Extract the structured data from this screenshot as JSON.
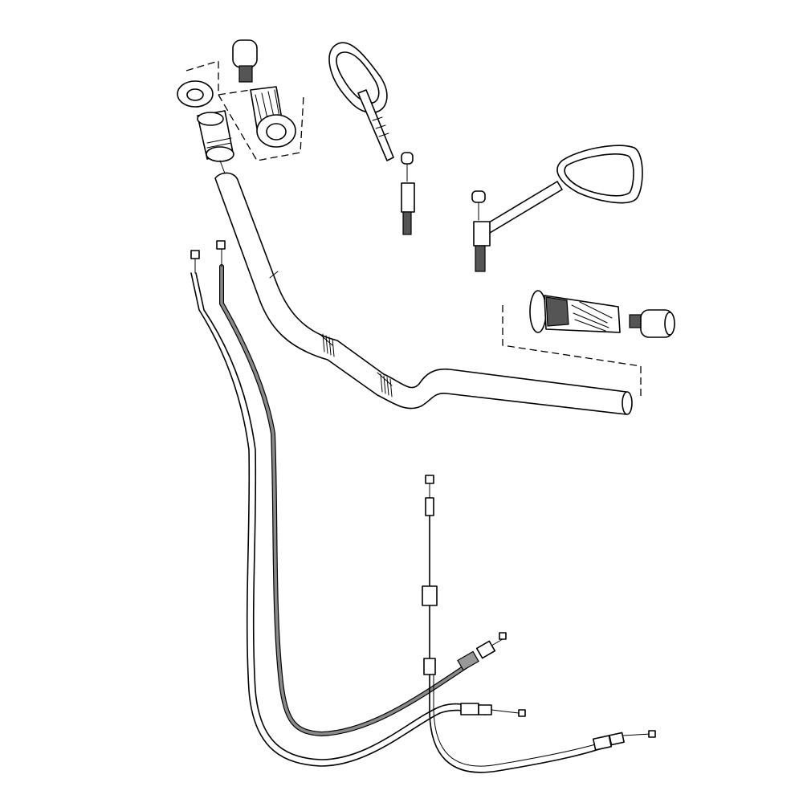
{
  "colors": {
    "background": "#ffffff",
    "line": "#000000",
    "shaded_cable": "#8a8a8a"
  },
  "parts": [
    {
      "name": "handlebar"
    },
    {
      "name": "left-grip"
    },
    {
      "name": "right-grip"
    },
    {
      "name": "left-mirror"
    },
    {
      "name": "right-mirror"
    },
    {
      "name": "bar-end-weight-left"
    },
    {
      "name": "bar-end-weight-right"
    },
    {
      "name": "clutch-cable"
    },
    {
      "name": "throttle-cable-1"
    },
    {
      "name": "throttle-cable-2"
    },
    {
      "name": "choke-cable"
    }
  ]
}
